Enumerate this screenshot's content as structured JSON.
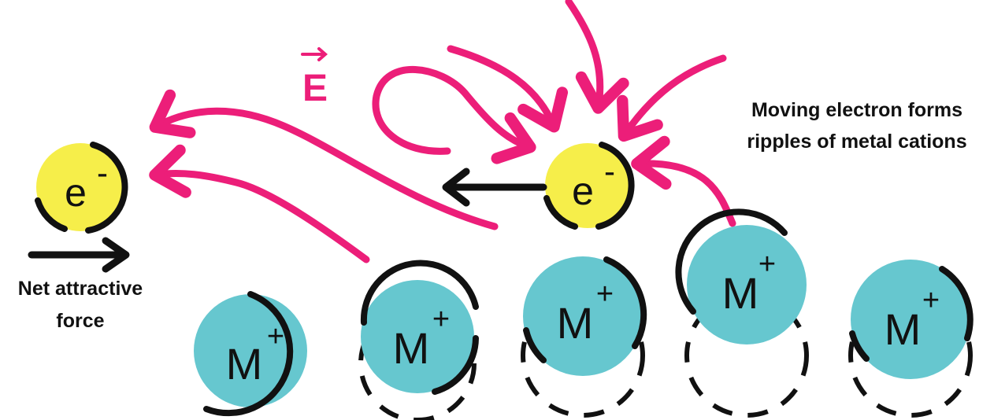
{
  "colors": {
    "field": "#ec1e79",
    "electron_fill": "#f6ee4a",
    "cation_fill": "#66c7cf",
    "outline": "#111111",
    "background": "#ffffff"
  },
  "field_symbol": "E",
  "electrons": [
    {
      "symbol": "e",
      "charge": "-"
    },
    {
      "symbol": "e",
      "charge": "-"
    }
  ],
  "cations": [
    {
      "symbol": "M",
      "charge": "+"
    },
    {
      "symbol": "M",
      "charge": "+"
    },
    {
      "symbol": "M",
      "charge": "+"
    },
    {
      "symbol": "M",
      "charge": "+"
    },
    {
      "symbol": "M",
      "charge": "+"
    }
  ],
  "labels": {
    "net_force_line1": "Net attractive",
    "net_force_line2": "force",
    "ripple_line1": "Moving electron forms",
    "ripple_line2": "ripples of metal cations"
  },
  "icons": {
    "motion_arrow": "left-arrow-icon",
    "force_arrow": "right-arrow-icon",
    "vector_arrow": "vector-arrow-icon"
  }
}
